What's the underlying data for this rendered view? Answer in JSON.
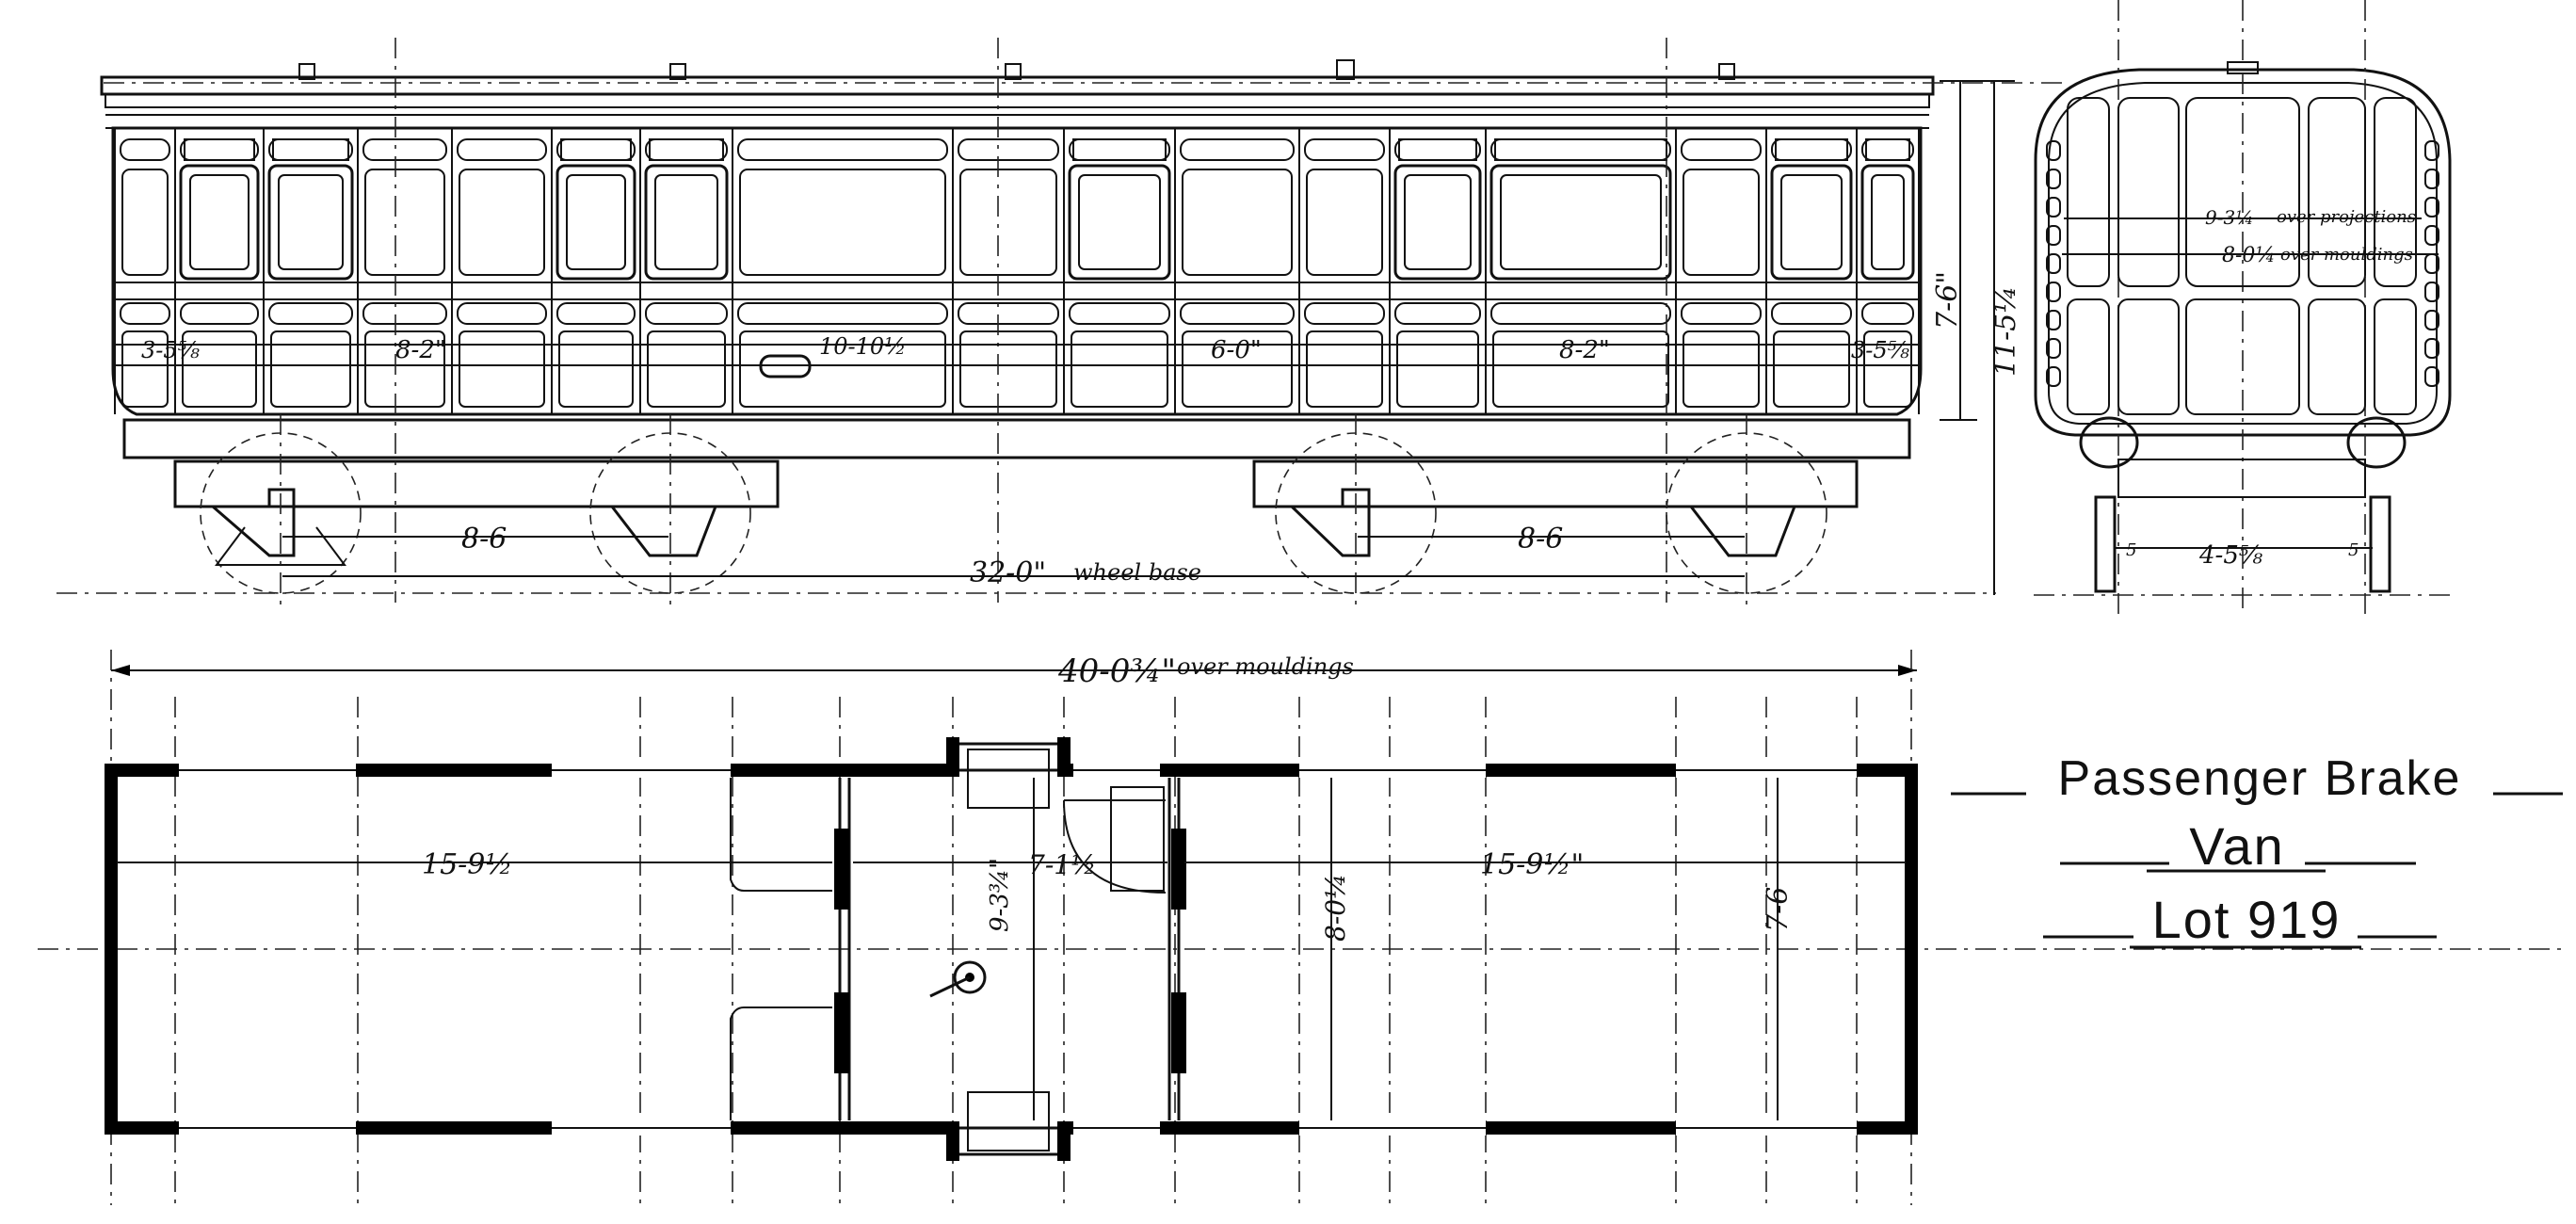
{
  "title": {
    "line1": "Passenger Brake",
    "line2": "Van",
    "line3": "Lot 919"
  },
  "side_elevation": {
    "dims": {
      "end_left": "3-5⅝",
      "compartment_left": "8-2\"",
      "guard_centre": "10-10½",
      "middle": "6-0\"",
      "compartment_right": "8-2\"",
      "end_right": "3-5⅝",
      "bogie_left": "8-6",
      "bogie_right": "8-6",
      "wheel_base": "32-0\"",
      "wheel_base_note": "wheel base",
      "height_body": "7-6\"",
      "height_total": "11-5¼"
    }
  },
  "end_elevation": {
    "dims": {
      "width_projections": "9-3¼",
      "width_projections_note": "over projections",
      "width_mouldings": "8-0¼",
      "width_mouldings_note": "over mouldings",
      "gauge": "4-5⅝",
      "gauge_left": "5",
      "gauge_right": "5"
    }
  },
  "plan": {
    "dims": {
      "overall": "40-0¾\"",
      "overall_note": "over mouldings",
      "left_compartment": "15-9½",
      "guard": "7-1½",
      "guard_width": "9-3¾\"",
      "inner_width": "8-0¼",
      "right_compartment": "15-9½\"",
      "body_width": "7-6"
    }
  },
  "colors": {
    "ink": "#111111",
    "paper": "#ffffff"
  }
}
